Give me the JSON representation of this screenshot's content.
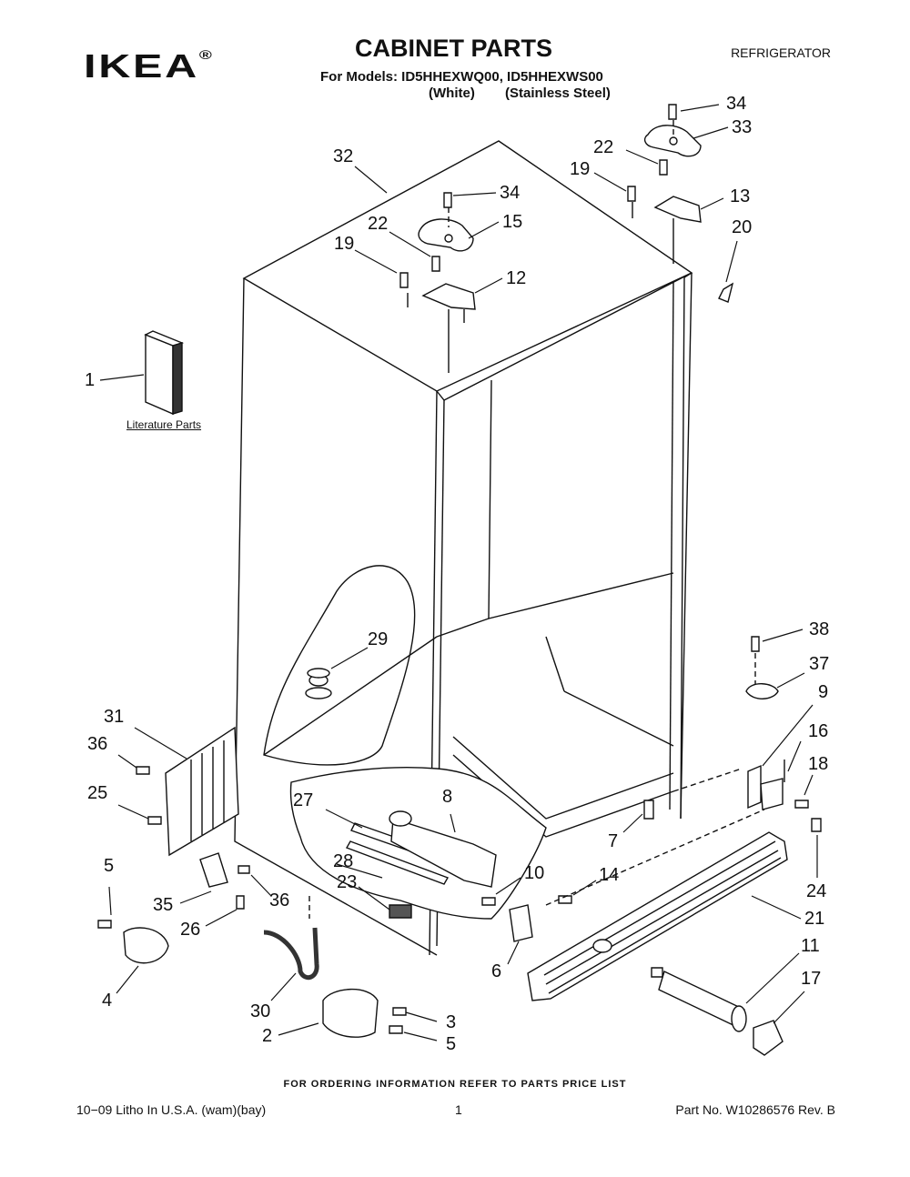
{
  "header": {
    "logo": "IKEA",
    "logo_mark": "®",
    "title": "CABINET PARTS",
    "models_line": "For Models: ID5HHEXWQ00, ID5HHEXWS00",
    "variant_white": "(White)",
    "variant_steel": "(Stainless Steel)",
    "product_type": "REFRIGERATOR"
  },
  "diagram": {
    "literature_label": "Literature Parts",
    "callouts": [
      "34",
      "33",
      "22",
      "19",
      "13",
      "20",
      "32",
      "34",
      "22",
      "15",
      "19",
      "12",
      "1",
      "29",
      "38",
      "37",
      "9",
      "31",
      "36",
      "16",
      "18",
      "25",
      "27",
      "8",
      "7",
      "24",
      "5",
      "28",
      "23",
      "10",
      "14",
      "21",
      "35",
      "36",
      "26",
      "6",
      "11",
      "4",
      "30",
      "17",
      "3",
      "2",
      "5"
    ]
  },
  "footer": {
    "order_note": "FOR ORDERING INFORMATION REFER TO PARTS PRICE LIST",
    "litho": "10−09 Litho In U.S.A. (wam)(bay)",
    "page": "1",
    "part_no": "Part No. W10286576 Rev. B"
  }
}
